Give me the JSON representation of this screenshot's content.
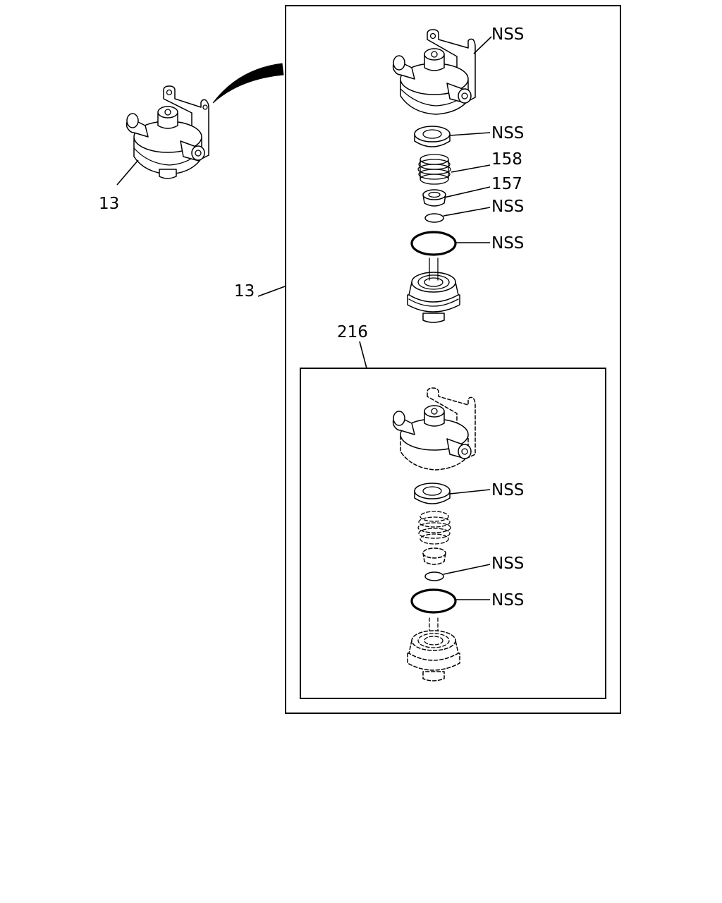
{
  "labels": {
    "overview_part": "13",
    "frame_part": "13",
    "kit": "216",
    "nss_valve_body": "NSS",
    "nss_seat": "NSS",
    "spring": "158",
    "retainer": "157",
    "nss_small_oring": "NSS",
    "nss_large_oring": "NSS",
    "kit_nss_seat": "NSS",
    "kit_nss_small_oring": "NSS",
    "kit_nss_large_oring": "NSS"
  },
  "colors": {
    "line": "#000000",
    "background": "#ffffff"
  }
}
